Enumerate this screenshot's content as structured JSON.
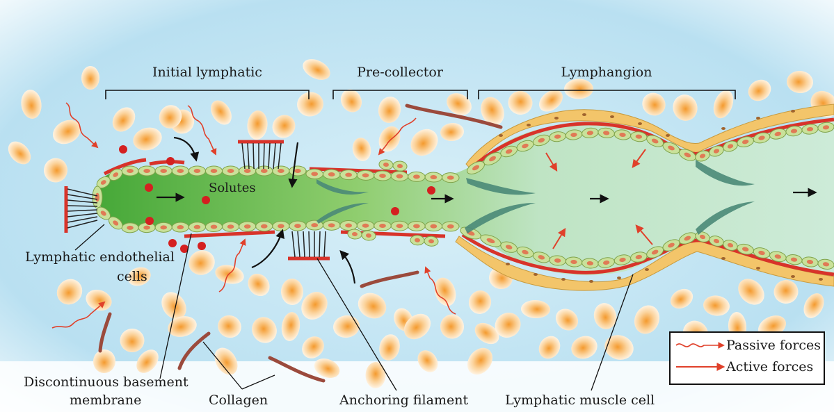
{
  "sections": {
    "initial": "Initial lymphatic",
    "precollector": "Pre-collector",
    "lymphangion": "Lymphangion"
  },
  "labels": {
    "solutes": "Solutes",
    "endothelial_line1": "Lymphatic endothelial",
    "endothelial_line2": "cells",
    "basement_line1": "Discontinuous basement",
    "basement_line2": "membrane",
    "collagen": "Collagen",
    "anchoring": "Anchoring filament",
    "muscle": "Lymphatic muscle cell"
  },
  "legend": {
    "passive": "Passive forces",
    "active": "Active forces"
  },
  "colors": {
    "interstitium": "#bfe3f3",
    "lumen_dark": "#4fb03f",
    "lumen_light": "#c9e9d6",
    "endothelial": "#c9e19a",
    "nucleus": "#e07a55",
    "muscle": "#f3c56a",
    "membrane": "#d8332a",
    "collagen": "#9b4a3c",
    "valve": "#4b8a78",
    "arrow_red": "#e0402a",
    "solute": "#d42020"
  }
}
